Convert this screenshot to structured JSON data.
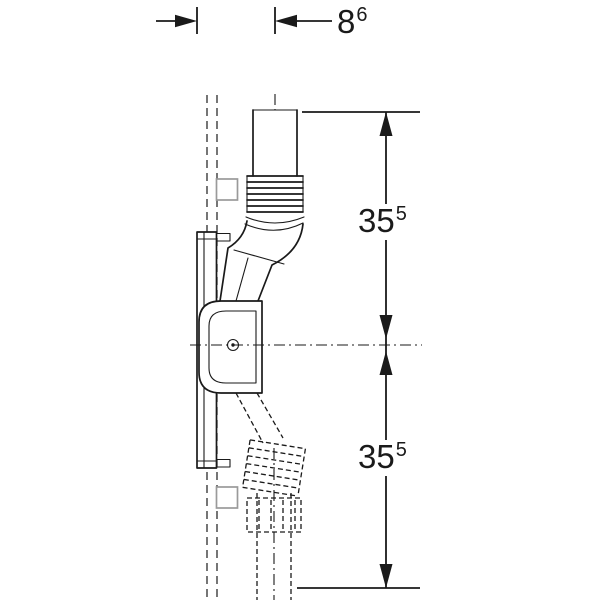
{
  "diagram": {
    "dimensions": {
      "top_offset": {
        "value": "8",
        "superscript": "6"
      },
      "upper_height": {
        "value": "35",
        "superscript": "5"
      },
      "lower_height": {
        "value": "35",
        "superscript": "5"
      }
    },
    "colors": {
      "line": "#1a1a1a",
      "fastener_outline": "#9a9a9a",
      "background": "#ffffff"
    }
  }
}
